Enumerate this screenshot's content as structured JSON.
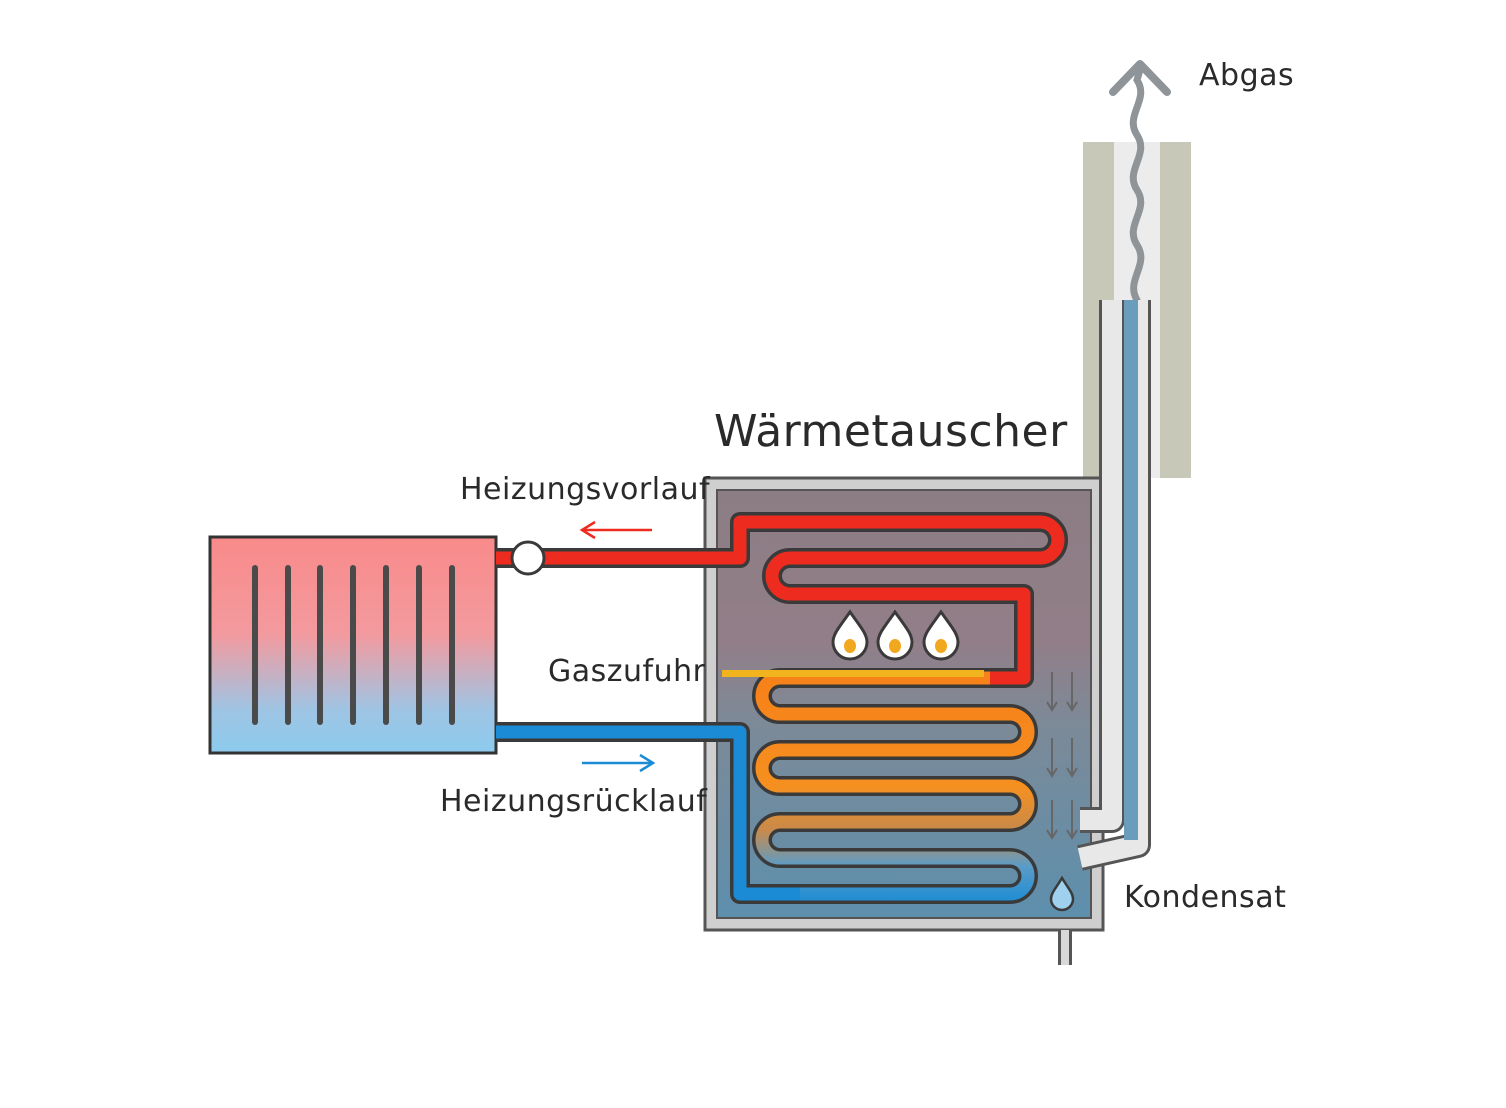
{
  "labels": {
    "title": "Wärmetauscher",
    "flow": "Heizungsvorlauf",
    "gas": "Gaszufuhr",
    "return": "Heizungsrücklauf",
    "exhaust": "Abgas",
    "condensate": "Kondensat"
  },
  "colors": {
    "hot": "#ee2b1f",
    "warm": "#f4901e",
    "cold": "#1a8bd4",
    "burner": "#f2b41e",
    "casing": "#b3b3b3",
    "chimney": "#c8c8b8",
    "outline": "#3a3a3a"
  },
  "icons": {
    "flames": [
      "flame-icon",
      "flame-icon",
      "flame-icon"
    ],
    "condensate": "droplet-icon",
    "exhaust": "arrow-up-icon",
    "flow_direction": [
      "arrow-left-icon",
      "arrow-right-icon"
    ]
  }
}
